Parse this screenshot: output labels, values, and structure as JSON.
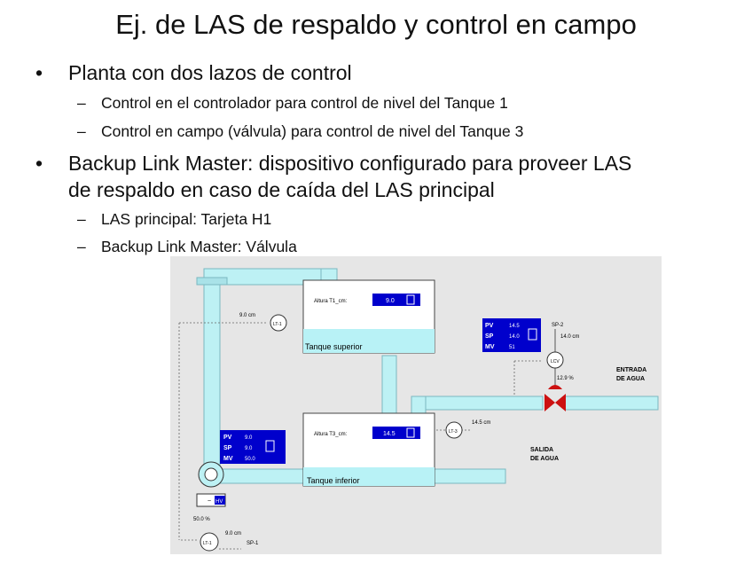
{
  "title": "Ej. de LAS de respaldo y control en campo",
  "bullets": [
    {
      "text": "Planta con dos lazos de control",
      "sub": [
        "Control en el controlador para control de nivel del Tanque 1",
        "Control en campo (válvula) para control de nivel del Tanque 3"
      ]
    },
    {
      "text_line1": "Backup Link Master: dispositivo configurado para proveer LAS",
      "text_line2": "de respaldo en caso de caída del LAS principal",
      "sub": [
        "LAS principal: Tarjeta H1",
        "Backup Link Master: Válvula"
      ]
    }
  ],
  "diagram": {
    "tank_upper": {
      "label": "Tanque superior",
      "level_label": "Altura T1_cm:",
      "level_value": "9.0"
    },
    "tank_lower": {
      "label": "Tanque inferior",
      "level_label": "Altura T3_cm:",
      "level_value": "14.5"
    },
    "faceplate_pump": {
      "pv_label": "PV",
      "pv_value": "9.0",
      "sp_label": "SP",
      "sp_value": "9.0",
      "mv_label": "MV",
      "mv_value": "50.0"
    },
    "faceplate_valve": {
      "pv_label": "PV",
      "pv_value": "14.5",
      "sp_label": "SP",
      "sp_value": "14.0",
      "mv_label": "MV",
      "mv_value": "51"
    },
    "lt1": {
      "tag": "LT-1",
      "value": "9.0 cm"
    },
    "lt3": {
      "tag": "LT-3",
      "value": "14.5 cm"
    },
    "lcv": {
      "tag": "LCV",
      "value": "12.9 %"
    },
    "sp2": {
      "tag": "SP-2",
      "value": "14.0 cm"
    },
    "pump_out": {
      "value": "50.0 %"
    },
    "bottom_lt": {
      "tag": "LT-1",
      "value": "9.0 cm",
      "sp_tag": "SP-1"
    },
    "hv": "HV",
    "water_in": {
      "line1": "ENTRADA",
      "line2": "DE AGUA"
    },
    "water_out": {
      "line1": "SALIDA",
      "line2": "DE AGUA"
    },
    "colors": {
      "pipe": "#bdf1f4",
      "pipe_edge": "#7ab8c0",
      "water": "#b8f2f6",
      "faceplate": "#0000cc",
      "panel_bg": "#e6e6e6",
      "valve": "#cc1111"
    }
  }
}
